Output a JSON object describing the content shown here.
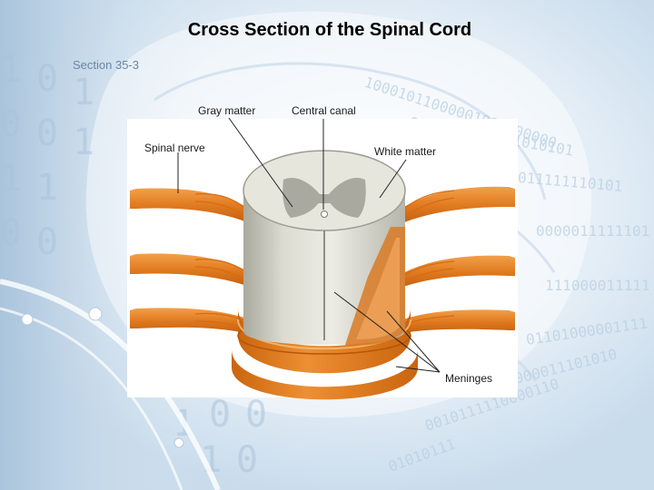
{
  "slide": {
    "title": "Cross Section of the Spinal Cord",
    "subtitle": "Section 35-3"
  },
  "labels": {
    "gray_matter": "Gray matter",
    "central_canal": "Central canal",
    "spinal_nerve": "Spinal nerve",
    "white_matter": "White matter",
    "meninges": "Meninges"
  },
  "colors": {
    "background": "#dce8f3",
    "nerve_orange": "#e07a1f",
    "white_matter": "#cfcfc6",
    "gray_matter": "#a9a9a0"
  }
}
